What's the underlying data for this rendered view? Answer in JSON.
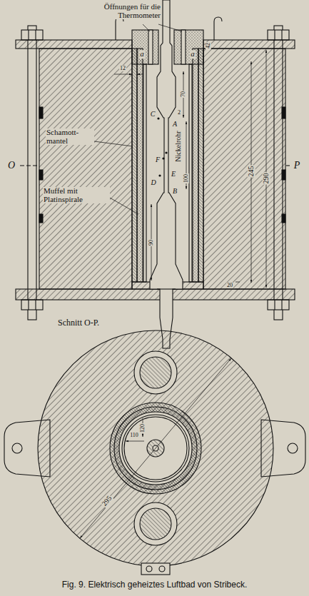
{
  "diagram": {
    "caption": "Fig. 9. Elektrisch geheiztes Luftbad von Stribeck.",
    "labels": [
      "Öffnungen für die Thermometer",
      "a",
      "a",
      "42",
      "12",
      "Schamott- mantel",
      "C",
      "A",
      "2",
      "70",
      "Nickelrohr",
      "E",
      "F",
      "100",
      "D",
      "B",
      "90",
      "Muffel mit Platinspirale",
      "245",
      "290",
      "20",
      "O",
      "P",
      "Schnitt O-P.",
      "120",
      "110",
      "295"
    ]
  }
}
